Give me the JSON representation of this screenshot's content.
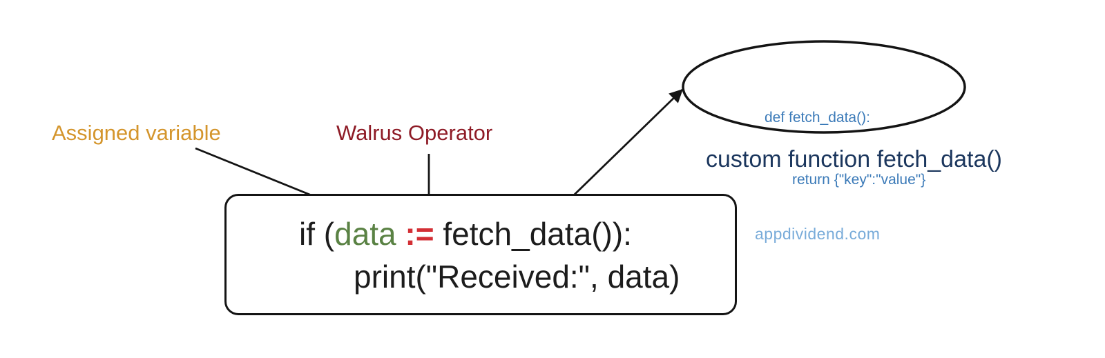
{
  "diagram": {
    "title_semantic": "python-walrus-operator-diagram",
    "labels": {
      "assigned_variable": "Assigned variable",
      "walrus_operator": "Walrus Operator",
      "custom_function": "custom function fetch_data()",
      "watermark": "appdividend.com"
    },
    "code_box": {
      "line1_prefix": "if (",
      "line1_variable": "data",
      "line1_operator": " := ",
      "line1_suffix": "fetch_data()):",
      "line2": "print(\"Received:\", data)"
    },
    "ellipse_code": {
      "line1": "def fetch_data():",
      "line2": "return {\"key\":\"value\"}"
    },
    "icons": {
      "arrow_assigned_variable": "arrow-down-right",
      "arrow_walrus_operator": "arrow-down",
      "arrow_to_function_ellipse": "arrow-up-right"
    },
    "colors": {
      "assigned_variable_orange": "#D4952C",
      "walrus_operator_maroon": "#8E1B26",
      "variable_green": "#5A8244",
      "operator_red": "#D32F35",
      "code_text_black": "#1C1C1C",
      "outline_black": "#141414",
      "ellipse_code_blue": "#3B7AB8",
      "custom_function_navy": "#1B365D",
      "watermark_light_blue": "#78ABD9",
      "background": "#FFFFFF"
    }
  }
}
